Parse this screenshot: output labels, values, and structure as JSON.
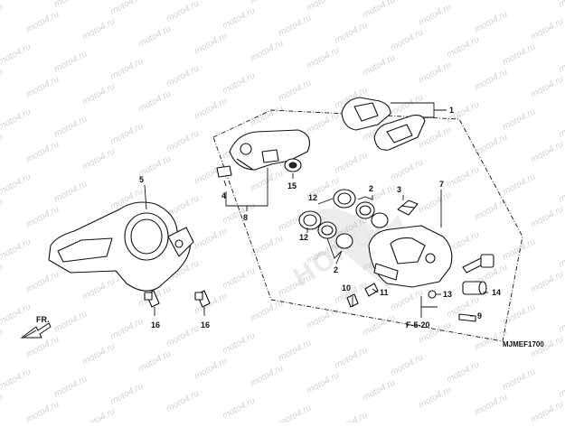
{
  "watermark": {
    "text": "moto4.ru",
    "color": "#d3d3d3"
  },
  "callouts": {
    "c1": "1",
    "c2a": "2",
    "c2b": "2",
    "c3": "3",
    "c4": "4",
    "c5": "5",
    "c7": "7",
    "c8": "8",
    "c9": "9",
    "c10": "10",
    "c11": "11",
    "c12a": "12",
    "c12b": "12",
    "c13": "13",
    "c14": "14",
    "c15": "15",
    "c16a": "16",
    "c16b": "16"
  },
  "reference": "F-5-20",
  "direction_label": "FR.",
  "diagram_code": "MJMEF1700",
  "logo_text": "HONDA",
  "colors": {
    "ink": "#111111",
    "background": "#ffffff",
    "watermark": "#d3d3d3"
  }
}
